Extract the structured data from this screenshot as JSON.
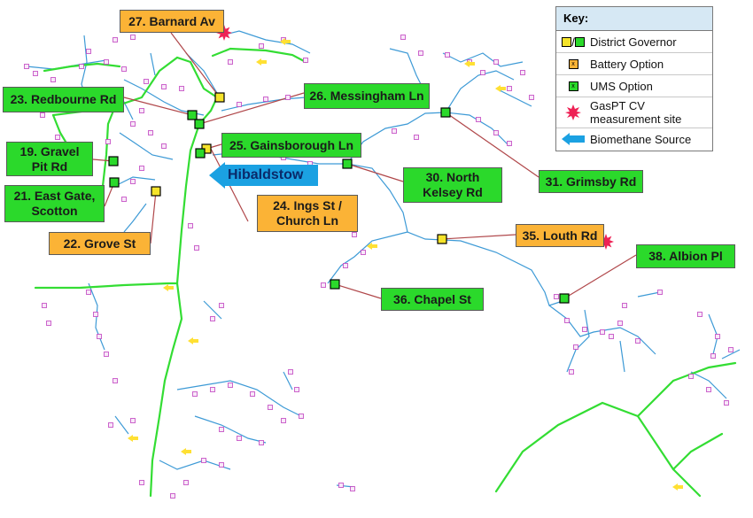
{
  "labels": [
    {
      "id": "27",
      "text": "27. Barnard Av",
      "color": "orange"
    },
    {
      "id": "23",
      "text": "23. Redbourne Rd",
      "color": "green"
    },
    {
      "id": "26",
      "text": "26. Messingham Ln",
      "color": "green"
    },
    {
      "id": "25",
      "text": "25. Gainsborough Ln",
      "color": "green"
    },
    {
      "id": "19",
      "text": "19. Gravel\nPit Rd",
      "color": "green"
    },
    {
      "id": "21",
      "text": "21. East Gate,\nScotton",
      "color": "green"
    },
    {
      "id": "22",
      "text": "22. Grove St",
      "color": "orange"
    },
    {
      "id": "24",
      "text": "24. Ings St /\nChurch Ln",
      "color": "orange"
    },
    {
      "id": "30",
      "text": "30. North\nKelsey Rd",
      "color": "green"
    },
    {
      "id": "31",
      "text": "31. Grimsby Rd",
      "color": "green"
    },
    {
      "id": "35",
      "text": "35. Louth Rd",
      "color": "orange"
    },
    {
      "id": "38",
      "text": "38. Albion Pl",
      "color": "green"
    },
    {
      "id": "36",
      "text": "36. Chapel St",
      "color": "green"
    }
  ],
  "biomethane_label": "Hibaldstow",
  "key": {
    "title": "Key:",
    "items": [
      {
        "symbol": "district-governor",
        "label": "District Governor"
      },
      {
        "symbol": "battery-option",
        "label": "Battery Option"
      },
      {
        "symbol": "ums-option",
        "label": "UMS Option"
      },
      {
        "symbol": "gaspt-star",
        "label": "GasPT CV measurement site"
      },
      {
        "symbol": "biomethane-arrow",
        "label": "Biomethane Source"
      }
    ],
    "symbol_mark": "x"
  },
  "colors": {
    "green_label": "#2bd92b",
    "orange_label": "#fbb336",
    "main_pipe": "#33dd33",
    "minor_pipe": "#3d9ad6",
    "node": "#c040c0",
    "leader": "#b0474a",
    "star": "#ee2255",
    "arrow": "#1ba1e2",
    "key_header": "#d6e8f4"
  }
}
